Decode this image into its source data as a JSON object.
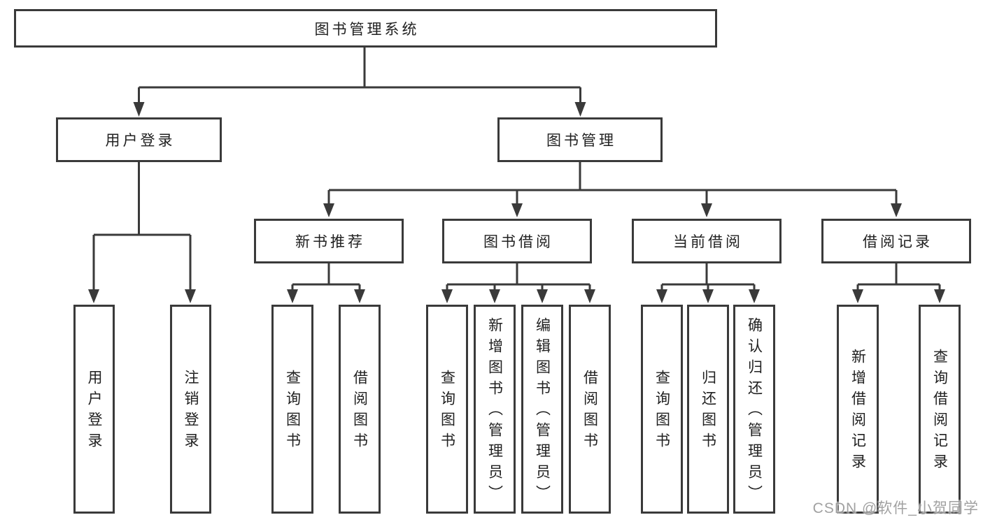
{
  "colors": {
    "line": "#3a3a3a",
    "box_border": "#3a3a3a",
    "text": "#212121",
    "background": "#ffffff",
    "watermark": "#919191"
  },
  "diagram": {
    "root": {
      "label": "图书管理系统"
    },
    "branches": {
      "user_login": {
        "label": "用户登录",
        "children": [
          {
            "label": "用户登录"
          },
          {
            "label": "注销登录"
          }
        ]
      },
      "book_mgmt": {
        "label": "图书管理",
        "sections": [
          {
            "label": "新书推荐",
            "children": [
              {
                "label": "查询图书"
              },
              {
                "label": "借阅图书"
              }
            ]
          },
          {
            "label": "图书借阅",
            "children": [
              {
                "label": "查询图书"
              },
              {
                "label": "新增图书（管理员）"
              },
              {
                "label": "编辑图书（管理员）"
              },
              {
                "label": "借阅图书"
              }
            ]
          },
          {
            "label": "当前借阅",
            "children": [
              {
                "label": "查询图书"
              },
              {
                "label": "归还图书"
              },
              {
                "label": "确认归还（管理员）"
              }
            ]
          },
          {
            "label": "借阅记录",
            "children": [
              {
                "label": "新增借阅记录"
              },
              {
                "label": "查询借阅记录"
              }
            ]
          }
        ]
      }
    }
  },
  "watermark": {
    "text": "CSDN @软件_小贺同学"
  }
}
